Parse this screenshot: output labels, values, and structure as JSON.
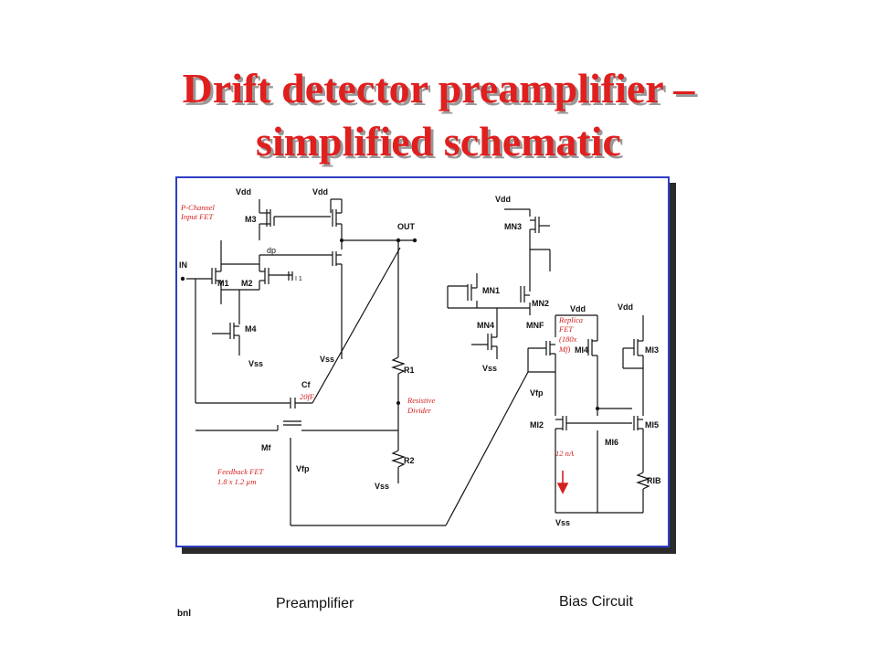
{
  "title": {
    "line1": "Drift detector preamplifier –",
    "line2": "simplified schematic"
  },
  "captions": {
    "preamp": "Preamplifier",
    "bias": "Bias Circuit",
    "corner": "bnl"
  },
  "labels": {
    "vdd": "Vdd",
    "vss": "Vss",
    "vddl": "Vdd",
    "out": "OUT",
    "in": "IN",
    "m1": "M1",
    "m2": "M2",
    "m3": "M3",
    "m4": "M4",
    "dp": "dp",
    "i1": "I 1",
    "cf": "Cf",
    "mf": "Mf",
    "vfp": "Vfp",
    "r1": "R1",
    "r2": "R2",
    "mn1": "MN1",
    "mn2": "MN2",
    "mn3": "MN3",
    "mn4": "MN4",
    "mnf": "MNF",
    "mi2": "MI2",
    "mi3": "MI3",
    "mi4": "MI4",
    "mi5": "MI5",
    "mi6": "MI6",
    "rib": "RIB"
  },
  "notes": {
    "pchan1": "P-Channel",
    "pchan2": "Input FET",
    "cf_value": "20fF",
    "resdiv1": "Resistive",
    "resdiv2": "Divider",
    "fb1": "Feedback FET",
    "fb2": "1.8 x 1.2 µm",
    "rep1": "Replica",
    "rep2": "FET",
    "rep3": "(180x",
    "rep4": "Mf)",
    "current": "12 nA"
  },
  "colors": {
    "title": "#e01f1f",
    "frame": "#2f3ec6",
    "annotation": "#d42020"
  }
}
